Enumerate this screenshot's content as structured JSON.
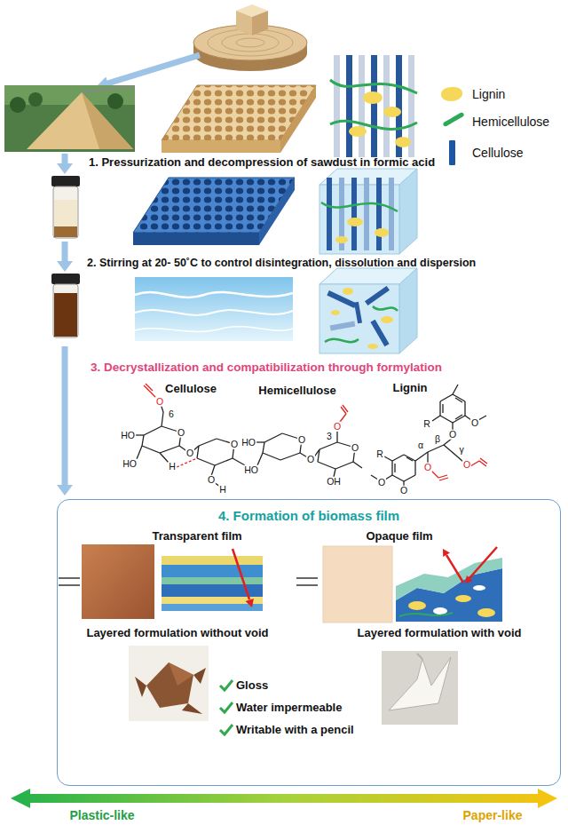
{
  "diagram": {
    "nodes": [
      {
        "text": [
          "4. Formation of biomass film"
        ]
      }
    ],
    "labels": [
      "1. Pressurization and decompression of sawdust in formic acid",
      "2. Stirring at 20- 50˚C to control disintegration, dissolution and dispersion",
      "3. Decrystallization and compatibilization through formylation",
      "Cellulose",
      "6",
      "O",
      "HO",
      "HO",
      "O",
      "O",
      "H",
      "O",
      "O",
      "H",
      "Hemicellulose",
      "3",
      "O",
      "HO",
      "HO",
      "O",
      "O",
      "O",
      "OH",
      "Lignin",
      "R",
      "O",
      "O",
      "β",
      "γ",
      "α",
      "O",
      "O",
      "R",
      "O",
      "O",
      "Transparent film",
      "Opaque film",
      "Layered formulation without void",
      "Layered formulation with void",
      "Gloss",
      "Water impermeable",
      "Writable with a pencil",
      "Plastic-like",
      "Paper-like"
    ],
    "legend": [
      {
        "text": "Lignin",
        "color": "#f5d85a"
      },
      {
        "text": "Hemicellulose",
        "color": "#2eaa57"
      },
      {
        "text": "Cellulose",
        "color": "#1d55a6"
      }
    ]
  }
}
